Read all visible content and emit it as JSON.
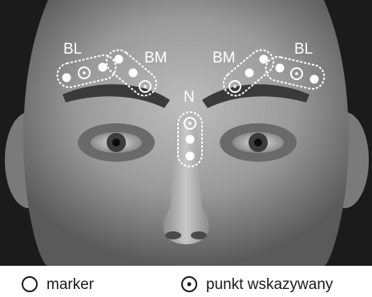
{
  "region_labels": {
    "bl_left": "BL",
    "bm_left": "BM",
    "bm_right": "BM",
    "bl_right": "BL",
    "n": "N"
  },
  "legend": {
    "marker_label": "marker",
    "indicated_point_label": "punkt wskazywany"
  },
  "colors": {
    "marker_outline": "#ffffff",
    "legend_stroke": "#1a1a1a",
    "photo_background": "#1b1b1b"
  }
}
